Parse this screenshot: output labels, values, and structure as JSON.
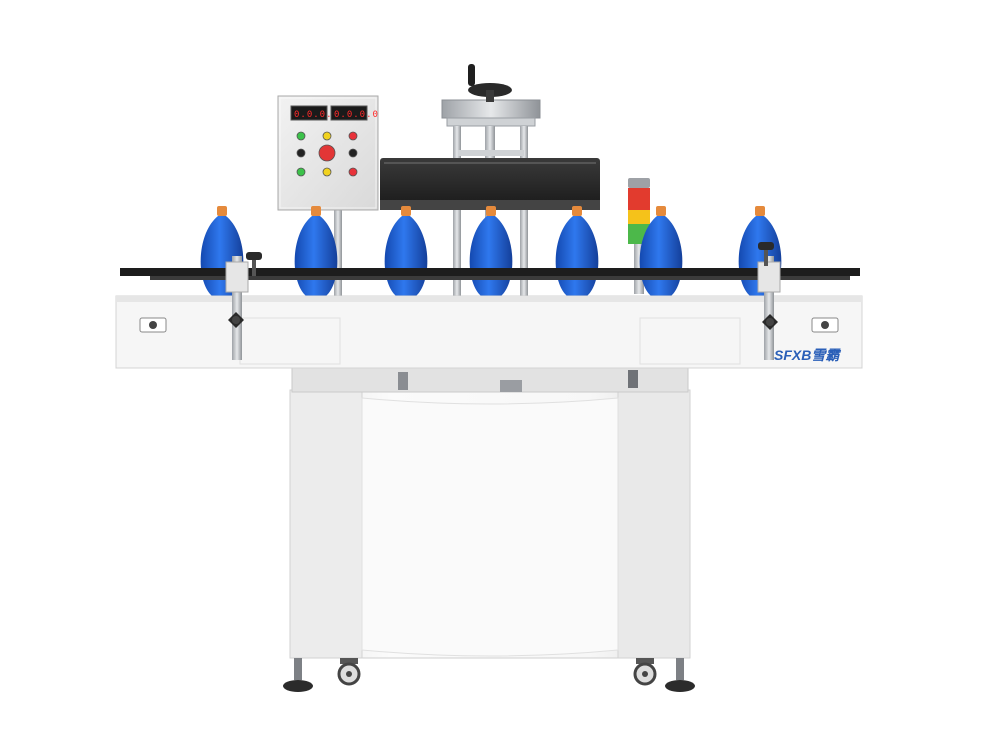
{
  "image": {
    "subject": "induction sealing machine with conveyor and blue bottles",
    "background": "#ffffff"
  },
  "control_panel": {
    "display_left": "0.0.0.0",
    "display_right": "0.0.0.0",
    "buttons": [
      {
        "icon": "green-indicator-light",
        "color": "#3cc24a"
      },
      {
        "icon": "yellow-indicator-light",
        "color": "#f1d21f"
      },
      {
        "icon": "red-indicator-light",
        "color": "#e8323a"
      },
      {
        "icon": "black-button",
        "color": "#222222"
      },
      {
        "icon": "red-knob",
        "color": "#e23636"
      },
      {
        "icon": "black-button",
        "color": "#222222"
      },
      {
        "icon": "green-indicator-light",
        "color": "#3cc24a"
      },
      {
        "icon": "yellow-indicator-light",
        "color": "#f1d21f"
      },
      {
        "icon": "red-indicator-light",
        "color": "#e8323a"
      }
    ]
  },
  "brand": {
    "logo_text": "SFXB雪霸",
    "logo_color": "#2a5fb8"
  },
  "signal_tower": {
    "lights": [
      {
        "name": "red",
        "color": "#e23b2e"
      },
      {
        "name": "yellow",
        "color": "#f5c21a"
      },
      {
        "name": "green",
        "color": "#4cb84a"
      }
    ]
  },
  "bottles": {
    "body_color": "#1e5fd6",
    "cap_color": "#e58a3c"
  },
  "colors": {
    "frame_white": "#f4f4f4",
    "frame_shadow": "#d7d7d7",
    "steel": "#c9ccd0",
    "sealing_head": "#2a2a2a",
    "rail": "#1d1d1d"
  }
}
